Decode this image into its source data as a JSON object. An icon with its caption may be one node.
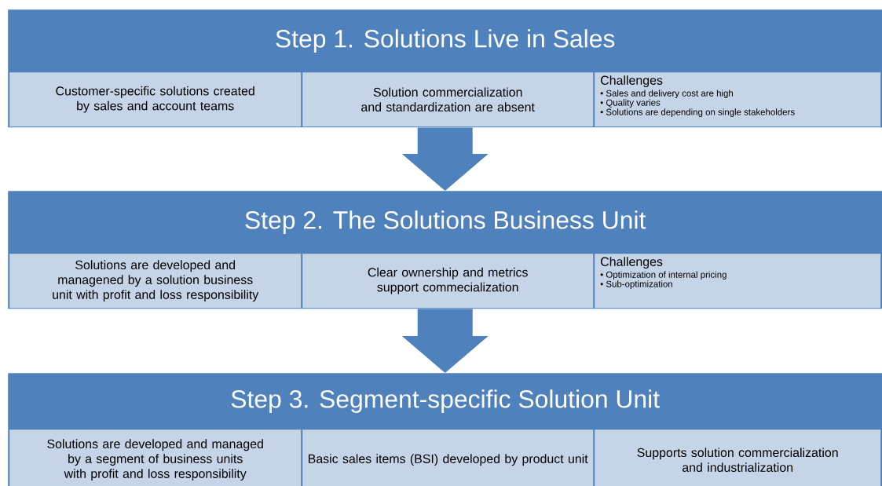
{
  "diagram": {
    "nodes": [
      {
        "text": [
          "Step 1. Solutions Live in Sales"
        ]
      },
      {
        "text": [
          "Customer-specific solutions created by sales and account teams"
        ],
        "in": 0
      },
      {
        "text": [
          "Solution commercialization and standardization are absent"
        ],
        "in": 0
      },
      {
        "text": [
          "Challenges",
          "• Sales and delivery cost are high",
          "• Quality varies",
          "• Solutions are depending on single stakeholders"
        ],
        "in": 0
      },
      {
        "text": [
          "Step 2. The Solutions Business Unit"
        ]
      },
      {
        "text": [
          "Solutions are developed and managened by a solution business unit with profit and loss responsibility"
        ],
        "in": 4
      },
      {
        "text": [
          "Clear ownership and metrics support commecialization"
        ],
        "in": 4
      },
      {
        "text": [
          "Challenges",
          "• Optimization of internal pricing",
          "• Sub-optimization"
        ],
        "in": 4
      },
      {
        "text": [
          "Step 3. Segment-specific Solution Unit"
        ]
      },
      {
        "text": [
          "Solutions are developed and managed by a segment of business units with profit and loss responsibility"
        ],
        "in": 8
      },
      {
        "text": [
          "Basic sales items (BSI) developed by product unit"
        ],
        "in": 8
      },
      {
        "text": [
          "Supports solution commercialization and industrialization"
        ],
        "in": 8
      }
    ],
    "edges": [
      {
        "from": 0,
        "to": 4,
        "arrow": "to",
        "style": "thick"
      },
      {
        "from": 4,
        "to": 8,
        "arrow": "to",
        "style": "thick"
      }
    ]
  }
}
